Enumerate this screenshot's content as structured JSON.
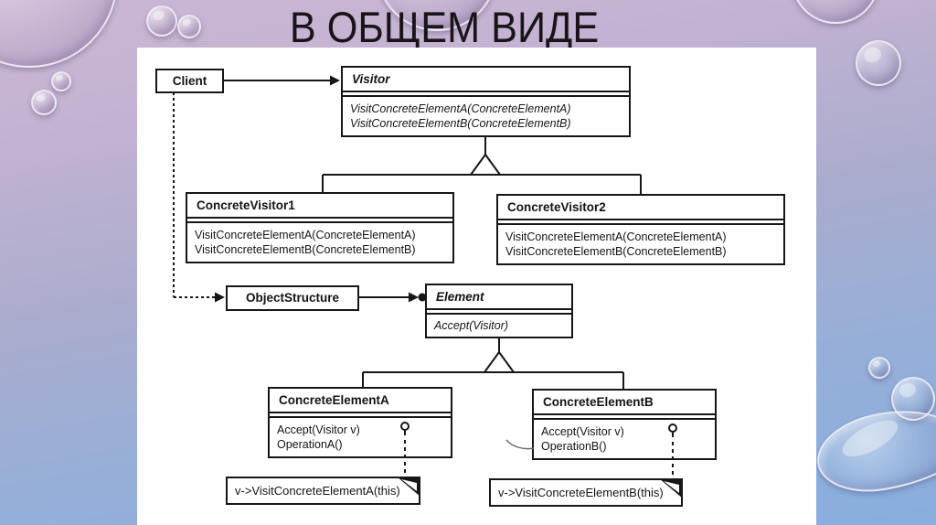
{
  "slide": {
    "title": "В ОБЩЕМ ВИДЕ"
  },
  "diagram": {
    "client": {
      "title": "Client"
    },
    "visitor": {
      "title": "Visitor",
      "methods": [
        "VisitConcreteElementA(ConcreteElementA)",
        "VisitConcreteElementB(ConcreteElementB)"
      ]
    },
    "concrete_visitor_1": {
      "title": "ConcreteVisitor1",
      "methods": [
        "VisitConcreteElementA(ConcreteElementA)",
        "VisitConcreteElementB(ConcreteElementB)"
      ]
    },
    "concrete_visitor_2": {
      "title": "ConcreteVisitor2",
      "methods": [
        "VisitConcreteElementA(ConcreteElementA)",
        "VisitConcreteElementB(ConcreteElementB)"
      ]
    },
    "object_structure": {
      "title": "ObjectStructure"
    },
    "element": {
      "title": "Element",
      "methods": [
        "Accept(Visitor)"
      ]
    },
    "concrete_element_a": {
      "title": "ConcreteElementA",
      "methods": [
        "Accept(Visitor v)",
        "OperationA()"
      ]
    },
    "concrete_element_b": {
      "title": "ConcreteElementB",
      "methods": [
        "Accept(Visitor v)",
        "OperationB()"
      ]
    },
    "note_a": {
      "text": "v->VisitConcreteElementA(this)"
    },
    "note_b": {
      "text": "v->VisitConcreteElementB(this)"
    }
  },
  "colors": {
    "background_top": "#cbb7d5",
    "background_bottom": "#88aede",
    "panel": "#ffffff",
    "ink": "#161616"
  }
}
